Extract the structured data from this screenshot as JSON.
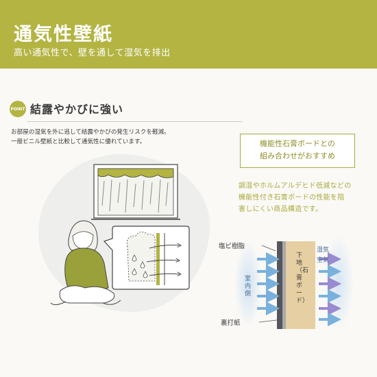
{
  "header": {
    "title": "通気性壁紙",
    "subtitle": "高い通気性で、壁を通して湿気を排出"
  },
  "section": {
    "badge": "POINT",
    "title": "結露やかびに強い",
    "description": [
      "お部屋の湿気を外に逃して結露やかびの発生リスクを軽減。",
      "一般ビニル壁紙と比較して通気性に優れています。"
    ]
  },
  "callout": {
    "lines": [
      "機能性石膏ボードとの",
      "組み合わせがおすすめ"
    ]
  },
  "feature_text": [
    "調湿やホルムアルデヒド低減などの",
    "機能性付き石膏ボードの性能を阻",
    "害しにくい商品構造です。"
  ],
  "diagram": {
    "vinyl_label": "塩ビ樹脂",
    "backing_label": "裏打紙",
    "base_label": "下地（石膏ボード）",
    "room_label": "室内側",
    "moisture_label": "湿気",
    "air_label": "空気"
  },
  "colors": {
    "accent": "#b3b442",
    "arrow_blue": "#7ab0dc",
    "arrow_purple": "#9a8ad0",
    "board": "#e6cfa2"
  }
}
